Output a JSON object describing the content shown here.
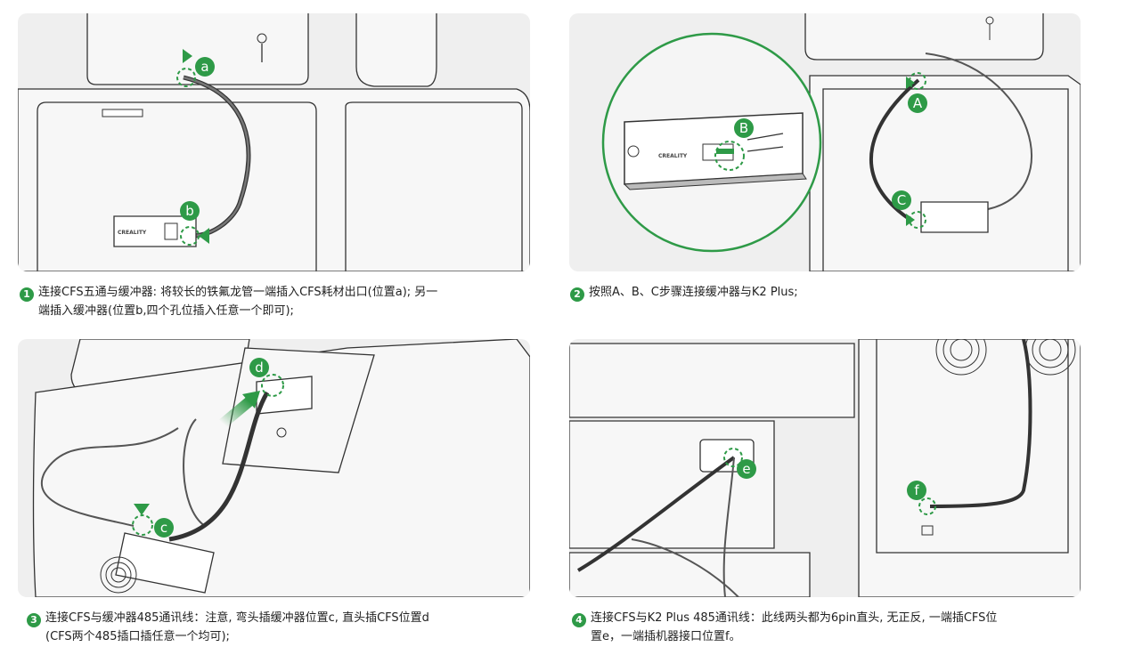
{
  "panels": [
    {
      "markers": [
        "a",
        "b"
      ]
    },
    {
      "markers": [
        "A",
        "B",
        "C"
      ]
    },
    {
      "markers": [
        "d",
        "c"
      ]
    },
    {
      "markers": [
        "e",
        "f"
      ]
    }
  ],
  "steps": [
    {
      "num": "1",
      "line1": "连接CFS五通与缓冲器: 将较长的铁氟龙管一端插入CFS耗材出口(位置a); 另一",
      "line2": "端插入缓冲器(位置b,四个孔位插入任意一个即可);"
    },
    {
      "num": "2",
      "line1": "按照A、B、C步骤连接缓冲器与K2 Plus;",
      "line2": ""
    },
    {
      "num": "3",
      "line1": "连接CFS与缓冲器485通讯线：注意, 弯头插缓冲器位置c, 直头插CFS位置d",
      "line2": "(CFS两个485插口插任意一个均可);"
    },
    {
      "num": "4",
      "line1": "连接CFS与K2 Plus 485通讯线：此线两头都为6pin直头, 无正反, 一端插CFS位",
      "line2": "置e，一端插机器接口位置f。"
    }
  ],
  "logo": "CREALITY",
  "colors": {
    "accent": "#2e9a47",
    "panel_bg": "#efefef",
    "line": "#333333"
  }
}
